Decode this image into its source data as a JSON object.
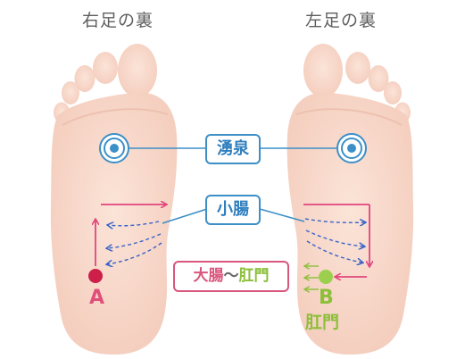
{
  "titles": {
    "right_foot": "右足の裏",
    "left_foot": "左足の裏"
  },
  "labels": {
    "yusen": "湧泉",
    "small_intestine": "小腸"
  },
  "legend": {
    "large_intestine": "大腸",
    "tilde": "〜",
    "anus": "肛門"
  },
  "points": {
    "a_letter": "A",
    "b_letter": "B",
    "b_name": "肛門"
  },
  "colors": {
    "skin": "#f9dccf",
    "label_blue": "#3c8fc7",
    "arrow_blue": "#3a63c9",
    "arrow_pink": "#e2457c",
    "point_a": "#cc1f4a",
    "point_b": "#9ccf4e",
    "legend_red": "#d9567d",
    "legend_green": "#8cbf3a"
  }
}
